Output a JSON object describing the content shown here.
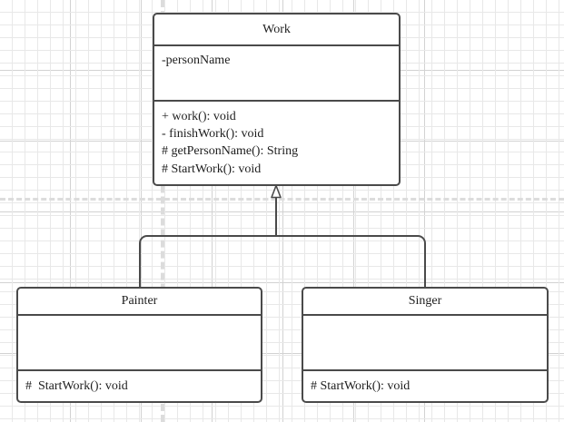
{
  "diagram": {
    "type": "uml-class-diagram",
    "background": "#ffffff",
    "grid_color": "#e8e8e8",
    "grid_major_color": "#d2d2d2",
    "line_color": "#4a4a4a",
    "text_color": "#1d1d1d",
    "guide_color": "#dcdcdc",
    "classes": [
      {
        "id": "work",
        "name": "Work",
        "attributes": [
          "-personName"
        ],
        "methods": [
          "+ work(): void",
          "- finishWork(): void",
          "# getPersonName(): String",
          "# StartWork(): void"
        ]
      },
      {
        "id": "painter",
        "name": "Painter",
        "attributes": [],
        "methods": [
          "#  StartWork(): void"
        ]
      },
      {
        "id": "singer",
        "name": "Singer",
        "attributes": [],
        "methods": [
          "# StartWork(): void"
        ]
      }
    ],
    "relationships": [
      {
        "kind": "generalization",
        "from": "painter",
        "to": "work"
      },
      {
        "kind": "generalization",
        "from": "singer",
        "to": "work"
      }
    ]
  }
}
